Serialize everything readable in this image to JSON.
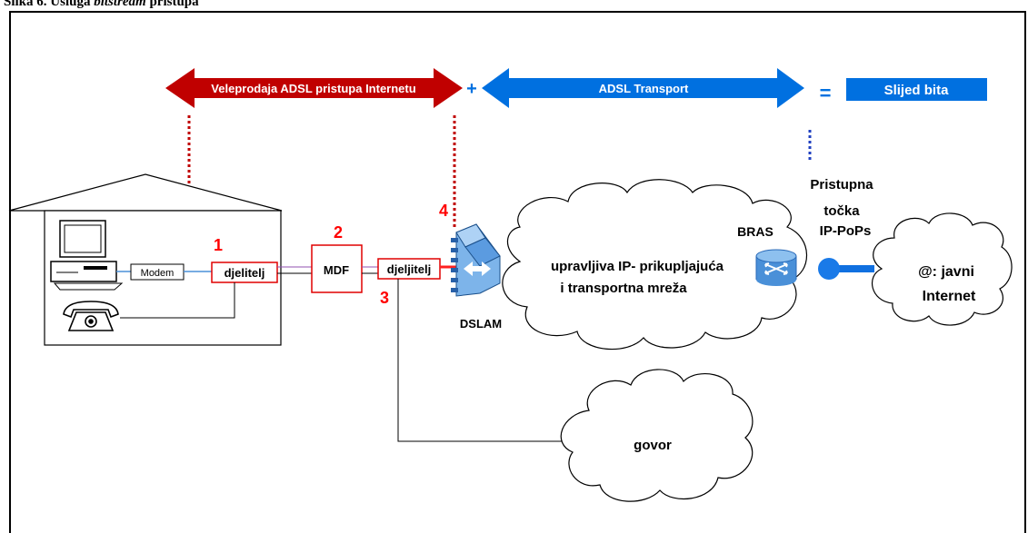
{
  "caption": {
    "prefix": "Slika 6. Usluga ",
    "italic": "bitstream",
    "suffix": " pristupa"
  },
  "arrows": {
    "wholesale": "Veleprodaja ADSL pristupa Internetu",
    "plus": "+",
    "transport": "ADSL Transport",
    "equals": "=",
    "result": "Slijed bita"
  },
  "points": [
    "1",
    "2",
    "3",
    "4"
  ],
  "house": {
    "modem": "Modem",
    "splitter": "djelitelj"
  },
  "exchange": {
    "mdf": "MDF",
    "splitter": "djeljitelj",
    "dslam": "DSLAM"
  },
  "clouds": {
    "ip_line1": "upravljiva IP- prikupljajuća",
    "ip_line2": "i transportna mreža",
    "internet_line1": "@: javni",
    "internet_line2": "Internet",
    "voice": "govor"
  },
  "bras": "BRAS",
  "pop": {
    "line1": "Pristupna",
    "line2": "točka",
    "line3": "IP-PoPs"
  },
  "colors": {
    "red": "#c00000",
    "blue": "#0070e0",
    "point_red": "#ff0000",
    "dslam_blue": "#4a8fd8"
  }
}
